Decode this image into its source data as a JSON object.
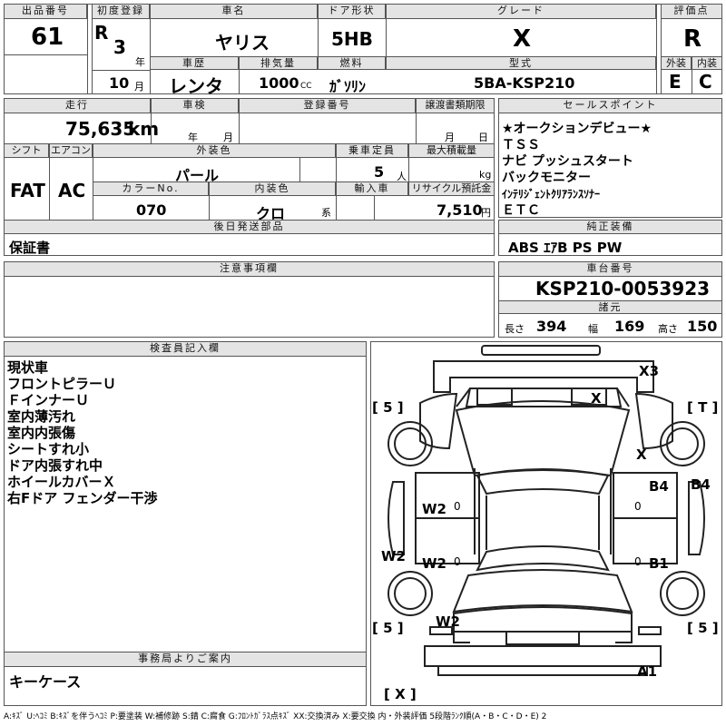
{
  "header": {
    "lot_label": "出品番号",
    "lot_no": "61",
    "first_reg_label": "初度登録",
    "era": "R",
    "year": "3",
    "year_unit": "年",
    "month": "10",
    "month_unit": "月",
    "car_name_label": "車名",
    "car_name": "ヤリス",
    "door_label": "ドア形状",
    "door": "5HB",
    "grade_label": "グレード",
    "grade": "X",
    "score_label": "評価点",
    "score": "R",
    "history_label": "車歴",
    "history": "レンタ",
    "displacement_label": "排気量",
    "displacement": "1000",
    "displacement_unit": "CC",
    "fuel_label": "燃料",
    "fuel": "ｶﾞｿﾘﾝ",
    "model_label": "型式",
    "model": "5BA-KSP210",
    "exterior_label": "外装",
    "exterior": "E",
    "interior_label": "内装",
    "interior": "C"
  },
  "row2": {
    "mileage_label": "走行",
    "mileage": "75,635",
    "mileage_unit": "km",
    "inspection_label": "車検",
    "insp_year": "年",
    "insp_month": "月",
    "reg_no_label": "登録番号",
    "transfer_label": "譲渡書類期限",
    "transfer_month": "月",
    "transfer_day": "日",
    "shift_label": "シフト",
    "shift": "FAT",
    "ac_label": "エアコン",
    "ac": "AC",
    "color_label": "外装色",
    "color": "パール",
    "capacity_label": "乗車定員",
    "capacity": "5",
    "capacity_unit": "人",
    "max_load_label": "最大積載量",
    "max_load_unit": "kg",
    "color_no_label": "カラーNo.",
    "color_no": "070",
    "int_color_label": "内装色",
    "int_color": "クロ",
    "int_color_unit": "系",
    "import_label": "輸入車",
    "recycle_label": "リサイクル預託金",
    "recycle": "7,510",
    "recycle_unit": "円"
  },
  "later_parts_label": "後日発送部品",
  "later_parts": "保証書",
  "notes_label": "注意事項欄",
  "sales_points_label": "セールスポイント",
  "sales_points": [
    "★オークションデビュー★",
    "ＴＳＳ",
    "ナビ プッシュスタート",
    "バックモニター",
    "ｲﾝﾃﾘｼﾞｪﾝﾄｸﾘｱﾗﾝｽｿﾅｰ",
    "ＥＴＣ"
  ],
  "equipment_label": "純正装備",
  "equipment": "ABS ｴｱB PS PW",
  "chassis_label": "車台番号",
  "chassis": "KSP210-0053923",
  "dims_label": "諸元",
  "length_label": "長さ",
  "length": "394",
  "width_label": "幅",
  "width": "169",
  "height_label": "高さ",
  "height": "150",
  "inspector_label": "検査員記入欄",
  "inspector_notes": [
    "現状車",
    "フロントピラーＵ",
    "ＦインナーＵ",
    "室内薄汚れ",
    "室内内張傷",
    "シートすれ小",
    "ドア内張すれ中",
    "ホイールカバーＸ",
    "右Fドア フェンダー干渉"
  ],
  "office_label": "事務局よりご案内",
  "office_note": "キーケース",
  "diagram_marks": {
    "x3": "X3",
    "windshield_x": "X",
    "right_x": "X",
    "b4_door": "B4",
    "b4_side": "B4",
    "b1": "B1",
    "a1": "A1",
    "w2_front": "W2",
    "w2_rear": "W2",
    "w2_side": "W2",
    "w2_bottom": "W2",
    "d0a": "0",
    "d0b": "0",
    "d0c": "0",
    "d0d": "0",
    "tire_fl": "[ 5 ]",
    "tire_fr": "[ T ]",
    "tire_rl": "[ 5 ]",
    "tire_rr": "[ 5 ]",
    "spare": "[ X ]"
  },
  "legend": "A:ｷｽﾞ U:ﾍｺﾐ B:ｷｽﾞを伴うﾍｺﾐ P:要塗装 W:補修跡 S:錆 C:腐食 G:ﾌﾛﾝﾄｶﾞﾗｽ点ｷｽﾞ XX:交換済み X:要交換 内・外装評価 5段階ﾗﾝｸ順(A・B・C・D・E) 2"
}
